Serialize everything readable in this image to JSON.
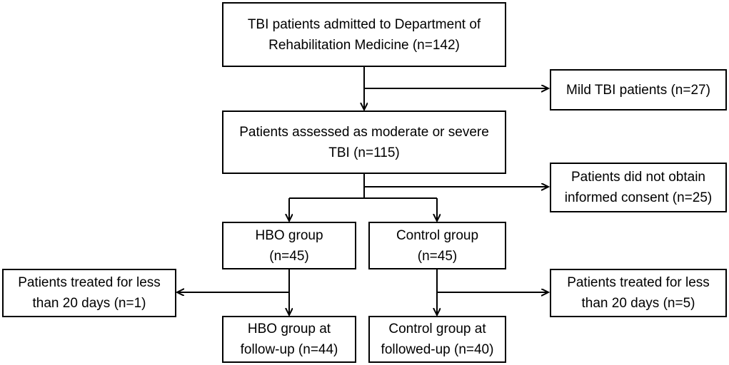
{
  "flowchart": {
    "admitted": {
      "line1": "TBI patients admitted to Department of",
      "line2": "Rehabilitation Medicine  (n=142)"
    },
    "mild": {
      "line1": "Mild TBI patients (n=27)"
    },
    "assessed": {
      "line1": "Patients assessed as moderate or severe",
      "line2": "TBI (n=115)"
    },
    "no_consent": {
      "line1": "Patients did not obtain",
      "line2": "informed consent (n=25)"
    },
    "hbo_group": {
      "line1": "HBO group",
      "line2": "(n=45)"
    },
    "control_group": {
      "line1": "Control group",
      "line2": "(n=45)"
    },
    "hbo_excluded": {
      "line1": "Patients treated for less",
      "line2": "than 20 days (n=1)"
    },
    "control_excluded": {
      "line1": "Patients treated for less",
      "line2": "than 20 days (n=5)"
    },
    "hbo_followup": {
      "line1": "HBO group at",
      "line2": "follow-up (n=44)"
    },
    "control_followup": {
      "line1": "Control group at",
      "line2": "followed-up (n=40)"
    }
  }
}
